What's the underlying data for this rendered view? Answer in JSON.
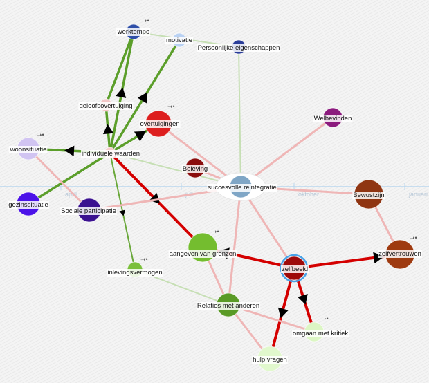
{
  "timeline": {
    "labels": [
      "april",
      "juli",
      "oktober",
      "januari"
    ],
    "color": "#b9d6ee"
  },
  "nodes": [
    {
      "id": "werktempo",
      "label": "werktempo",
      "color": "#2f4fa8",
      "pointer": true
    },
    {
      "id": "motivatie",
      "label": "motivatie",
      "color": "#b9d1f2",
      "pointer": false
    },
    {
      "id": "persoonlijke",
      "label": "Persoonlijke eigenschappen",
      "color": "#2a3d99",
      "pointer": false
    },
    {
      "id": "geloofsovertuiging",
      "label": "geloofsovertuiging",
      "color": "#f3c5c5",
      "pointer": false
    },
    {
      "id": "overtuigingen",
      "label": "overtuigingen",
      "color": "#dd1f1f",
      "pointer": true
    },
    {
      "id": "welbevinden",
      "label": "Welbevinden",
      "color": "#8c1a7e",
      "pointer": false
    },
    {
      "id": "woonsituatie",
      "label": "woonsituatie",
      "color": "#d1c4f2",
      "pointer": true
    },
    {
      "id": "individuele",
      "label": "individuele waarden",
      "color": "#f6cccc",
      "pointer": false
    },
    {
      "id": "beleving",
      "label": "Beleving",
      "color": "#8b0d0d",
      "pointer": false
    },
    {
      "id": "succesvolle",
      "label": "succesvolle reintegratie",
      "color": "#7fa6c6",
      "pointer": false,
      "center": true
    },
    {
      "id": "bewustzijn",
      "label": "Bewustzijn",
      "color": "#8f3512",
      "pointer": false
    },
    {
      "id": "gezinssituatie",
      "label": "gezinssituatie",
      "color": "#4b12e8",
      "pointer": false
    },
    {
      "id": "sociale",
      "label": "Sociale participatie",
      "color": "#3b1190",
      "pointer": false
    },
    {
      "id": "aangeven",
      "label": "aangeven van grenzen",
      "color": "#74bd2f",
      "pointer": true
    },
    {
      "id": "zelfvertrouwen",
      "label": "zelfvertrouwen",
      "color": "#9e3a10",
      "pointer": true
    },
    {
      "id": "zelfbeeld",
      "label": "zelfbeeld",
      "color": "#9e0a0a",
      "pointer": false,
      "selected": true
    },
    {
      "id": "inlevingsvermogen",
      "label": "inlevingsvermogen",
      "color": "#7bbf3c",
      "pointer": true
    },
    {
      "id": "relaties",
      "label": "Relaties met anderen",
      "color": "#5a9a26",
      "pointer": false
    },
    {
      "id": "omgaan",
      "label": "omgaan met kritiek",
      "color": "#dcf6c4",
      "pointer": true
    },
    {
      "id": "hulp",
      "label": "hulp vragen",
      "color": "#e1f8cd",
      "pointer": false
    }
  ],
  "edges": [
    {
      "from": "individuele",
      "to": "werktempo",
      "kind": "green",
      "arrow": "mid"
    },
    {
      "from": "individuele",
      "to": "motivatie",
      "kind": "green",
      "arrow": "mid"
    },
    {
      "from": "individuele",
      "to": "geloofsovertuiging",
      "kind": "green",
      "arrow": "mid"
    },
    {
      "from": "individuele",
      "to": "overtuigingen",
      "kind": "green",
      "arrow": "end"
    },
    {
      "from": "individuele",
      "to": "woonsituatie",
      "kind": "green",
      "arrow": "mid"
    },
    {
      "from": "individuele",
      "to": "gezinssituatie",
      "kind": "green",
      "arrow": "none"
    },
    {
      "from": "individuele",
      "to": "inlevingsvermogen",
      "kind": "green-thin",
      "arrow": "mid"
    },
    {
      "from": "individuele",
      "to": "aangeven",
      "kind": "red",
      "arrow": "mid"
    },
    {
      "from": "geloofsovertuiging",
      "to": "werktempo",
      "kind": "green",
      "arrow": "none"
    },
    {
      "from": "zelfbeeld",
      "to": "aangeven",
      "kind": "red",
      "arrow": "end"
    },
    {
      "from": "zelfbeeld",
      "to": "zelfvertrouwen",
      "kind": "red",
      "arrow": "end"
    },
    {
      "from": "zelfbeeld",
      "to": "hulp",
      "kind": "red",
      "arrow": "mid"
    },
    {
      "from": "zelfbeeld",
      "to": "omgaan",
      "kind": "red",
      "arrow": "mid"
    },
    {
      "from": "overtuigingen",
      "to": "succesvolle",
      "kind": "pink",
      "arrow": "none"
    },
    {
      "from": "beleving",
      "to": "succesvolle",
      "kind": "pink",
      "arrow": "none"
    },
    {
      "from": "welbevinden",
      "to": "succesvolle",
      "kind": "pink",
      "arrow": "none"
    },
    {
      "from": "bewustzijn",
      "to": "succesvolle",
      "kind": "pink",
      "arrow": "none"
    },
    {
      "from": "bewustzijn",
      "to": "zelfvertrouwen",
      "kind": "pink",
      "arrow": "none"
    },
    {
      "from": "sociale",
      "to": "succesvolle",
      "kind": "pink",
      "arrow": "none"
    },
    {
      "from": "woonsituatie",
      "to": "sociale",
      "kind": "pink",
      "arrow": "none"
    },
    {
      "from": "zelfbeeld",
      "to": "succesvolle",
      "kind": "pink",
      "arrow": "none"
    },
    {
      "from": "relaties",
      "to": "succesvolle",
      "kind": "pink",
      "arrow": "none"
    },
    {
      "from": "aangeven",
      "to": "relaties",
      "kind": "pink",
      "arrow": "none"
    },
    {
      "from": "relaties",
      "to": "hulp",
      "kind": "pink",
      "arrow": "none"
    },
    {
      "from": "relaties",
      "to": "omgaan",
      "kind": "pink",
      "arrow": "none"
    },
    {
      "from": "persoonlijke",
      "to": "succesvolle",
      "kind": "pale-green",
      "arrow": "none"
    },
    {
      "from": "werktempo",
      "to": "persoonlijke",
      "kind": "pale-green",
      "arrow": "none"
    },
    {
      "from": "inlevingsvermogen",
      "to": "relaties",
      "kind": "pale-green",
      "arrow": "none"
    },
    {
      "from": "individuele",
      "to": "succesvolle",
      "kind": "pale-green",
      "arrow": "none"
    }
  ],
  "edge_colors": {
    "green": "#5b9e2a",
    "green-thin": "#6aa83a",
    "red": "#d40000",
    "pink": "#efb6b6",
    "pale-green": "#c6dfb4"
  },
  "pointer_glyph": "➝•"
}
